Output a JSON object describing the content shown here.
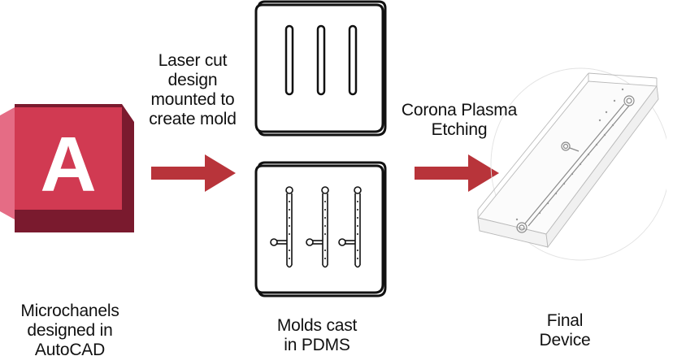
{
  "labels": {
    "laser_cut": [
      "Laser cut",
      "design",
      "mounted to",
      "create mold"
    ],
    "corona": [
      "Corona Plasma",
      "Etching"
    ],
    "microchannels": [
      "Microchanels",
      "designed in",
      "AutoCAD"
    ],
    "molds_cast": [
      "Molds cast",
      "in PDMS"
    ],
    "final_device": [
      "Final",
      "Device"
    ]
  },
  "logo": {
    "letter": "A",
    "front_color": "#D13A52",
    "side_color": "#E56C85",
    "back_color": "#7A1A2E"
  },
  "arrow_color": "#B8343A",
  "mold_outline_color": "#111111"
}
